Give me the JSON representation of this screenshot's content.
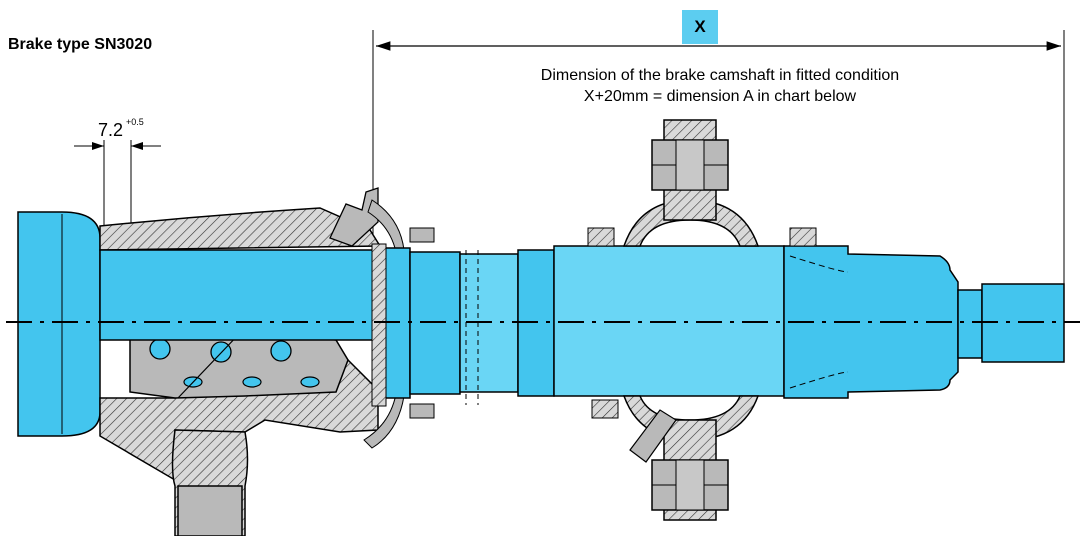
{
  "title": "Brake type SN3020",
  "dimension_badge": "X",
  "caption_line1": "Dimension of the brake camshaft in fitted condition",
  "caption_line2": "X+20mm = dimension A in chart below",
  "dimension_value": "7.2",
  "dimension_tolerance": "+0.5",
  "colors": {
    "shaft": "#43c5ee",
    "shaft_highlight": "#6ad6f5",
    "part_gray": "#b9b9b9",
    "badge": "#5ccdf0",
    "outline": "#000000"
  }
}
